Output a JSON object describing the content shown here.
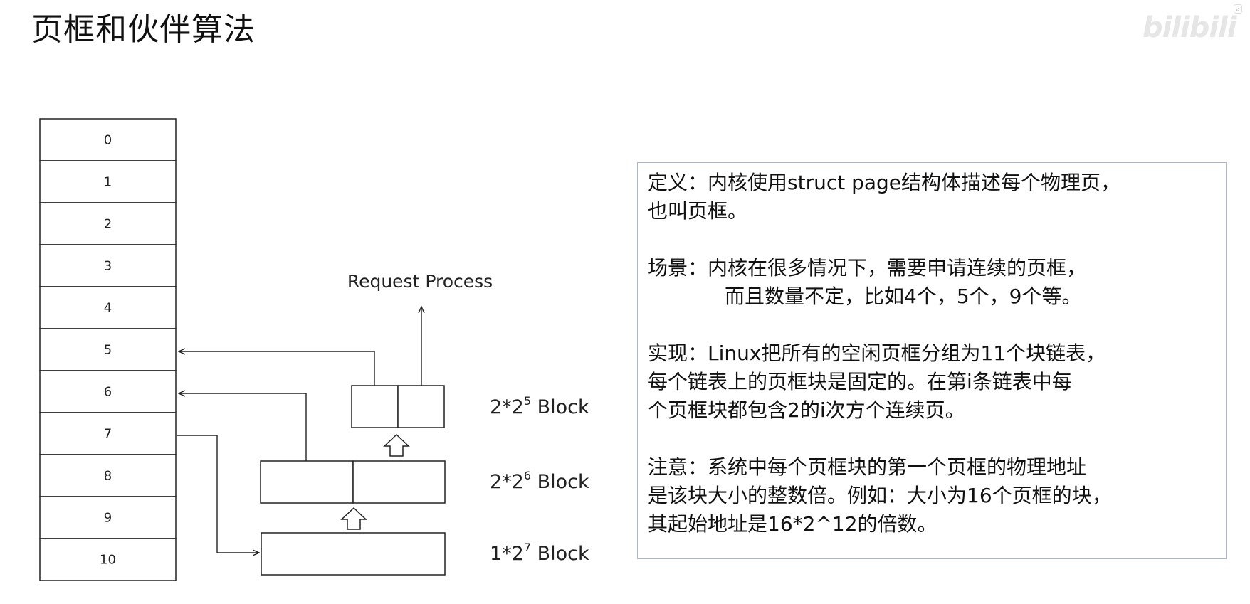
{
  "title": "页框和伙伴算法",
  "watermark": {
    "text": "bilibili",
    "badge": "2"
  },
  "diagram": {
    "page_rows": [
      "0",
      "1",
      "2",
      "3",
      "4",
      "5",
      "6",
      "7",
      "8",
      "9",
      "10"
    ],
    "request_label": "Request Process",
    "blocks": [
      {
        "label_prefix": "2*2",
        "exp": "5",
        "label_suffix": " Block"
      },
      {
        "label_prefix": "2*2",
        "exp": "6",
        "label_suffix": " Block"
      },
      {
        "label_prefix": "1*2",
        "exp": "7",
        "label_suffix": " Block"
      }
    ]
  },
  "info": {
    "definition": {
      "line1": "定义：内核使用struct page结构体描述每个物理页，",
      "line2": "也叫页框。"
    },
    "scenario": {
      "line1": "场景：内核在很多情况下，需要申请连续的页框，",
      "line2": "而且数量不定，比如4个，5个，9个等。"
    },
    "implementation": {
      "line1": "实现：Linux把所有的空闲页框分组为11个块链表，",
      "line2": "每个链表上的页框块是固定的。在第i条链表中每",
      "line3": "个页框块都包含2的i次方个连续页。"
    },
    "note": {
      "line1": "注意：系统中每个页框块的第一个页框的物理地址",
      "line2": "是该块大小的整数倍。例如：大小为16个页框的块，",
      "line3": "其起始地址是16*2^12的倍数。"
    }
  }
}
